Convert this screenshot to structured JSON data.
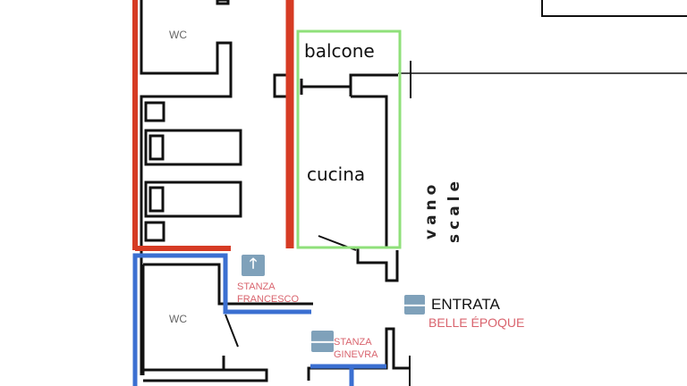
{
  "labels": {
    "wc_top": "WC",
    "wc_bottom": "WC",
    "balcone": "balcone",
    "cucina": "cucina",
    "vano": "vano",
    "scale": "scale",
    "stanza_francesco": [
      "STANZA",
      "FRANCESCO"
    ],
    "stanza_ginevra": [
      "STANZA",
      "GINEVRA"
    ],
    "entrata": "ENTRATA",
    "belle_epoque": "BELLE ÉPOQUE"
  },
  "icons": {
    "francesco": {
      "name": "arrow-up-icon",
      "glyph": "🡑"
    },
    "ginevra": {
      "name": "arrow-left-icon",
      "glyph": "🡐"
    },
    "entrata": {
      "name": "arrow-left-icon",
      "glyph": "🡐"
    }
  },
  "colors": {
    "red_path": "#d63b24",
    "blue_path": "#3b6fd1",
    "green_area": "#8fe07a",
    "sign_text": "#d9646e",
    "sign_icon": "#7fa1ba"
  }
}
